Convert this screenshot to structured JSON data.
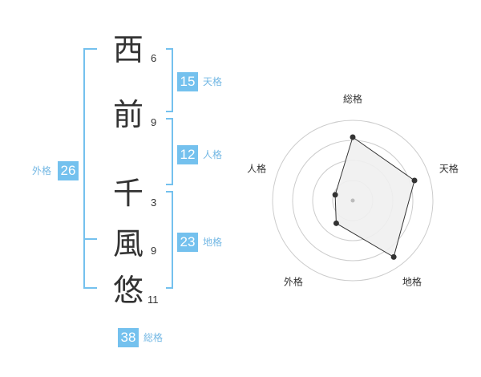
{
  "theme": {
    "accent": "#74c1ee",
    "label_color": "#74b8e4",
    "text_color": "#333333",
    "radar_fill": "#f0f0f0",
    "radar_ring": "#cccccc"
  },
  "characters": [
    {
      "char": "西",
      "strokes": "6"
    },
    {
      "char": "前",
      "strokes": "9"
    },
    {
      "char": "千",
      "strokes": "3"
    },
    {
      "char": "風",
      "strokes": "9"
    },
    {
      "char": "悠",
      "strokes": "11"
    }
  ],
  "fortune": {
    "tenkaku": {
      "value": "15",
      "label": "天格"
    },
    "jinkaku": {
      "value": "12",
      "label": "人格"
    },
    "chikaku": {
      "value": "23",
      "label": "地格"
    },
    "gaikaku": {
      "value": "26",
      "label": "外格"
    },
    "soukaku": {
      "value": "38",
      "label": "総格"
    }
  },
  "chart_data": {
    "type": "radar",
    "axes": [
      "総格",
      "天格",
      "地格",
      "外格",
      "人格"
    ],
    "values": [
      0.79,
      0.81,
      0.87,
      0.35,
      0.23
    ],
    "rlim": [
      0,
      1
    ],
    "rings": 4
  }
}
